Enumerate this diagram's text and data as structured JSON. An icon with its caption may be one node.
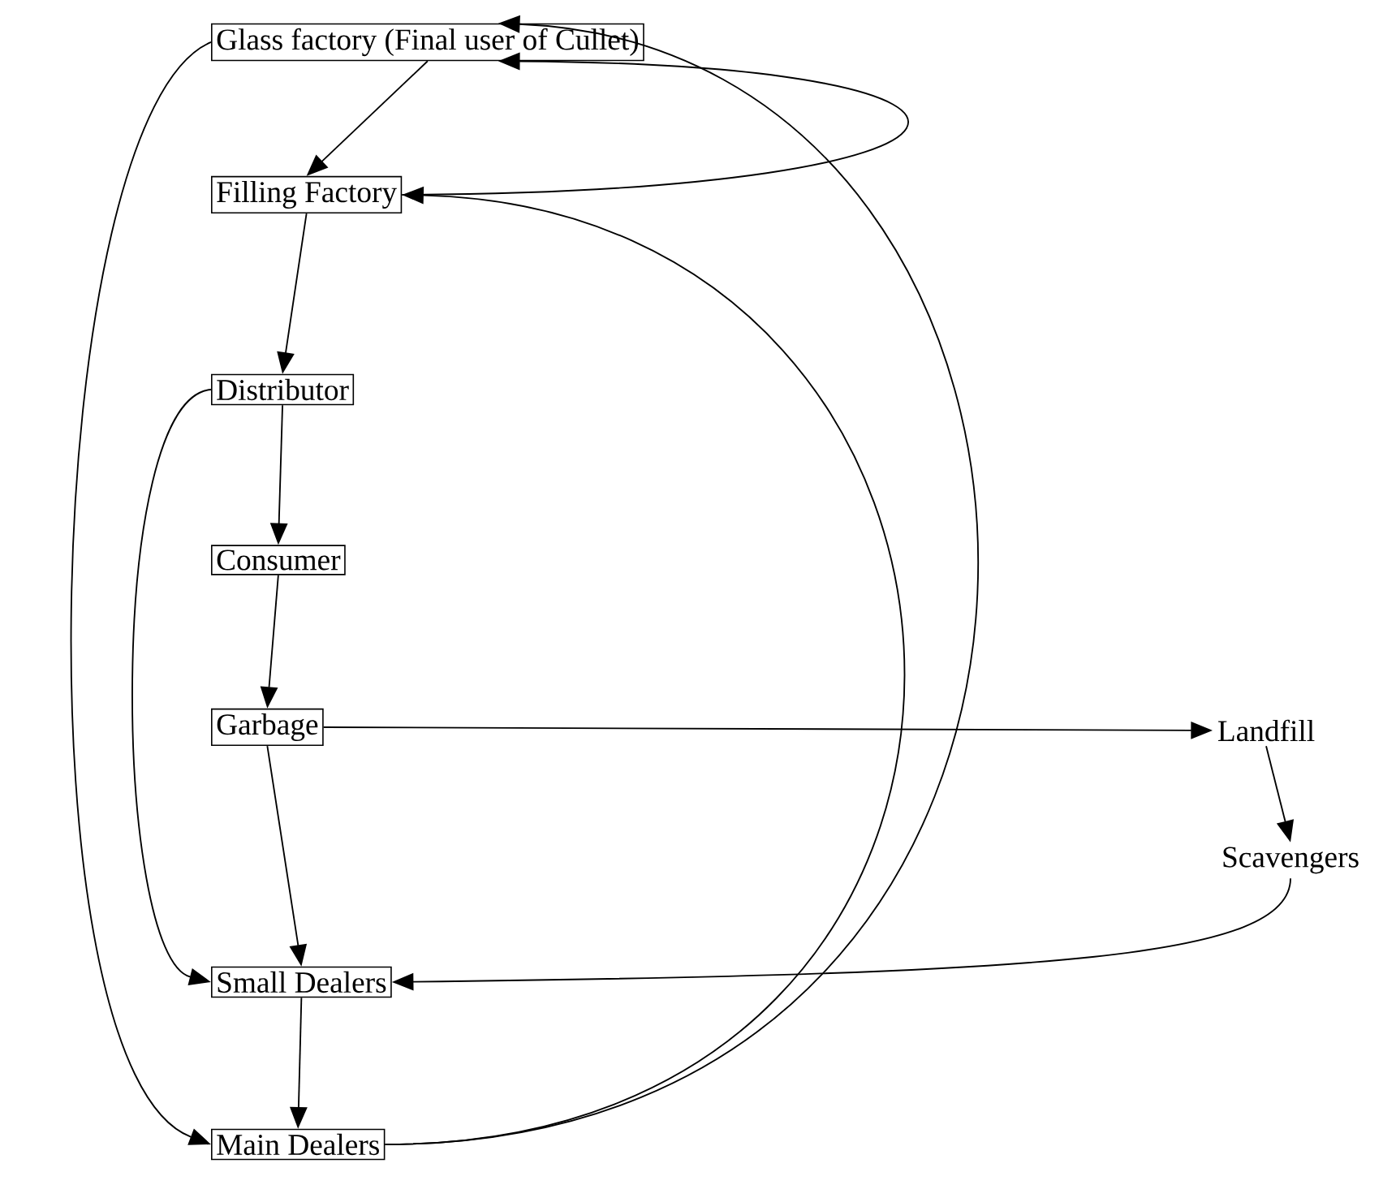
{
  "diagram": {
    "nodes": [
      {
        "text": [
          "Glass factory (Final user of Cullet)"
        ]
      },
      {
        "text": [
          "Filling Factory"
        ]
      },
      {
        "text": [
          "Distributor"
        ]
      },
      {
        "text": [
          "Consumer"
        ]
      },
      {
        "text": [
          "Garbage"
        ]
      },
      {
        "text": [
          "Landfill"
        ]
      },
      {
        "text": [
          "Scavengers"
        ]
      },
      {
        "text": [
          "Small Dealers"
        ]
      },
      {
        "text": [
          "Main Dealers"
        ]
      }
    ],
    "edges": [
      {
        "from": 0,
        "to": 1,
        "arrow": "to"
      },
      {
        "from": 1,
        "to": 2,
        "arrow": "to"
      },
      {
        "from": 2,
        "to": 3,
        "arrow": "to"
      },
      {
        "from": 3,
        "to": 4,
        "arrow": "to"
      },
      {
        "from": 4,
        "to": 7,
        "arrow": "to"
      },
      {
        "from": 7,
        "to": 8,
        "arrow": "to"
      },
      {
        "from": 4,
        "to": 5,
        "arrow": "to"
      },
      {
        "from": 5,
        "to": 6,
        "arrow": "to"
      },
      {
        "from": 6,
        "to": 7,
        "arrow": "to"
      },
      {
        "from": 0,
        "to": 8,
        "arrow": "to"
      },
      {
        "from": 2,
        "to": 7,
        "arrow": "to"
      },
      {
        "from": 1,
        "to": 0,
        "arrow": "to"
      },
      {
        "from": 8,
        "to": 0,
        "arrow": "to"
      },
      {
        "from": 8,
        "to": 1,
        "arrow": "to"
      }
    ]
  }
}
